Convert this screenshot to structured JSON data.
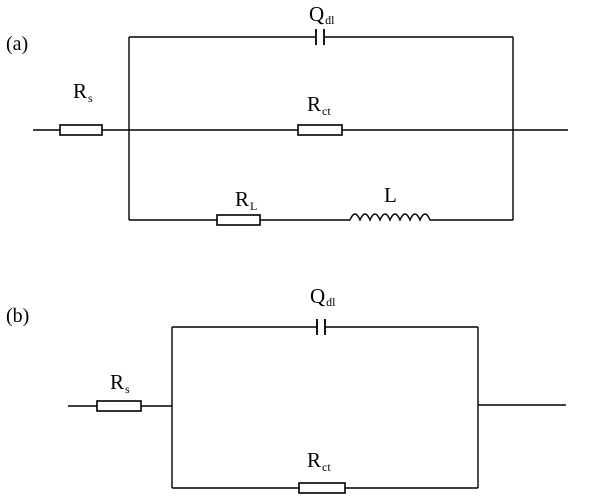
{
  "panels": {
    "a": {
      "tag": "(a)",
      "labels": {
        "Qdl": {
          "main": "Q",
          "sub": "dl"
        },
        "Rs": {
          "main": "R",
          "sub": "s"
        },
        "Rct": {
          "main": "R",
          "sub": "ct"
        },
        "RL": {
          "main": "R",
          "sub": "L"
        },
        "L": {
          "main": "L",
          "sub": ""
        }
      }
    },
    "b": {
      "tag": "(b)",
      "labels": {
        "Qdl": {
          "main": "Q",
          "sub": "dl"
        },
        "Rs": {
          "main": "R",
          "sub": "s"
        },
        "Rct": {
          "main": "R",
          "sub": "ct"
        }
      }
    }
  }
}
